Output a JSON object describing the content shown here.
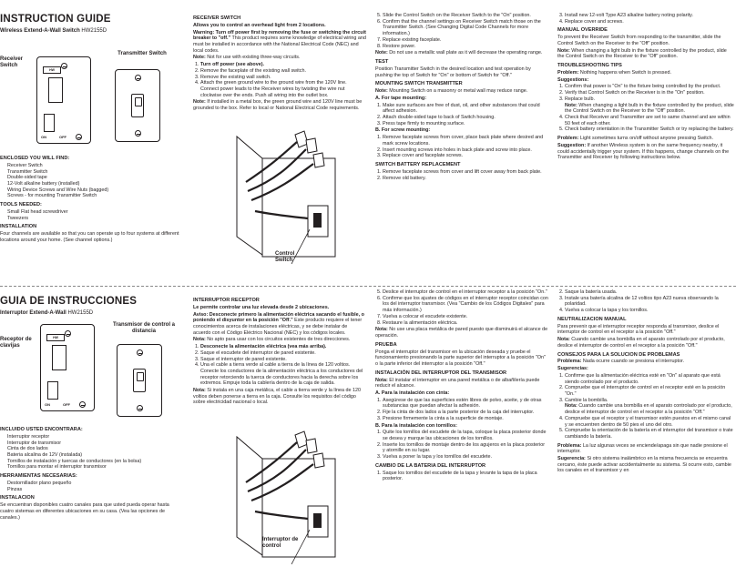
{
  "en": {
    "title": "INSTRUCTION GUIDE",
    "product_name": "Wireless Extend-A-Wall Switch",
    "product_code": "HW2155D",
    "receiver_label": "Receiver Switch",
    "transmitter_label": "Transmitter Switch",
    "on": "ON",
    "off": "OFF",
    "enclosed_h": "ENCLOSED YOU WILL FIND:",
    "enclosed": [
      "Receiver Switch",
      "Transmitter Switch",
      "Double-sided tape",
      "12-Volt alkaline battery (installed)",
      "Wiring Device Screws and Wire Nuts (bagged)",
      "Screws - for mounting Transmitter Switch"
    ],
    "tools_h": "TOOLS NEEDED:",
    "tools": [
      "Small Flat head screwdriver",
      "Tweezers"
    ],
    "install_h": "INSTALLATION",
    "install": "Four channels are available so that you can operate up to four systems at different locations around your home. (See channel options.)",
    "receiver_h": "RECEIVER SWITCH",
    "receiver_intro": "Allows you to control an overhead light from 2 locations.",
    "warning": "Warning: Turn off power first by removing the fuse or switching the circuit breaker to \"off.\"",
    "warning_rest": "This product requires some knowledge of electrical wiring and must be installed in accordance with the National Electrical Code (NEC) and local codes.",
    "note_wiring": "Not for use with existing three-way circuits.",
    "steps": [
      "Turn off power (see above).",
      "Remove the faceplate of the existing wall switch.",
      "Remove the existing wall switch.",
      "Attach the green ground wire to the ground wire from the 120V line. Connect power leads to the Receiver wires by twisting the wire nut clockwise over the ends. Push all wiring into the outlet box."
    ],
    "note_metal": "If installed in a metal box, the green ground wire and 120V line must be grounded to the box. Refer to local or National Electrical Code requirements.",
    "control_switch": "Control Switch",
    "steps2": [
      "Slide the Control Switch on the Receiver Switch to the \"On\" position.",
      "Confirm that the channel settings on Receiver Switch match those on the Transmitter Switch. (See Changing Digital Code Channels for more information.)",
      "Replace existing faceplate.",
      "Restore power."
    ],
    "note_tool": "Do not use a metallic wall plate as it will decrease the operating range.",
    "test_h": "TEST",
    "test": "Position Transmitter Switch in the desired location and test operation by pushing the top of Switch for \"On\" or bottom of Switch for \"Off.\"",
    "mount_h": "MOUNTING SWITCH TRANSMITTER",
    "mount_note": "Mounting Switch on a masonry or metal wall may reduce range.",
    "tape_h": "A. For tape mounting:",
    "tape": [
      "Make sure surfaces are free of dust, oil, and other substances that could affect adhesion.",
      "Attach double-sided tape to back of Switch housing.",
      "Press tape firmly to mounting surface."
    ],
    "screw_h": "B. For screw mounting:",
    "screw": [
      "Remove faceplate screws from cover, place back plate where desired and mark screw locations.",
      "Insert mounting screws into holes in back plate and screw into place.",
      "Replace cover and faceplate screws."
    ],
    "battery_h": "SWITCH BATTERY REPLACEMENT",
    "battery": [
      "Remove faceplate screws from cover and lift cover away from back plate.",
      "Remove old battery.",
      "Install new 12-volt Type A23 alkaline battery noting polarity.",
      "Replace cover and screws."
    ],
    "override_h": "MANUAL OVERRIDE",
    "override": "To prevent the Receiver Switch from responding to the transmitter, slide the Control Switch on the Receiver to the \"Off\" position.",
    "override_note": "When changing a light bulb in the fixture controlled by the product, slide the Control Switch on the Receiver to the \"Off\" position.",
    "trouble_h": "TROUBLESHOOTING TIPS",
    "problem1": "Nothing happens when Switch is pressed.",
    "suggestions": "Suggestions:",
    "trouble": [
      "Confirm that power is \"On\" to the fixture being controlled by the product.",
      "Verify that Control Switch on the Receiver is in the \"On\" position.",
      "Replace bulb.",
      "Check that Receiver and Transmitter are set to same channel and are within 50 feet of each other.",
      "Check battery orientation in the Transmitter Switch or try replacing the battery."
    ],
    "bulb_note": "When changing a light bulb in the fixture controlled by the product, slide the Control Switch on the Receiver to the \"Off\" position.",
    "problem2": "Light sometimes turns on/off without anyone pressing Switch.",
    "suggestion2": "If another Wireless system is on the same frequency nearby, it could accidentally trigger your system. If this happens, change channels on the Transmitter and Receiver by following instructions below."
  },
  "es": {
    "title": "GUIA DE INSTRUCCIONES",
    "product_name": "Interruptor Extend-A-Wall",
    "product_code": "HW2155D",
    "receiver_label": "Receptor de clavijas",
    "transmitter_label": "Transmisor de control a distancia",
    "enclosed_h": "INCLUIDO USTED ENCONTRARA:",
    "enclosed": [
      "Interruptor receptor",
      "Interruptor de transmisor",
      "Cinta de dos lados",
      "Bateria alcalina de 12V (instalada)",
      "Tornillos de instalación y tuercas de conductores (en la bolsa)",
      "Tornillos para montar el interruptor transmisor"
    ],
    "tools_h": "HERRAMIENTAS NECESARIAS:",
    "tools": [
      "Destornillador plano pequeño",
      "Pinzas"
    ],
    "install_h": "INSTALACION",
    "install": "Se encuentran disponibles cuatro canales para que usted pueda operar hasta cuatro sistemas en diferentes ubicaciones en su casa. (Vea las opciones de canales.)",
    "receiver_h": "INTERRUPTOR RECEPTOR",
    "receiver_intro": "Le permite controlar una luz elevada desde 2 ubicaciones.",
    "warning": "Aviso: Desconecte primero la alimentación eléctrica sacando el fusible, o poniendo el disyuntor en la posición \"Off.\"",
    "warning_rest": "Este producto requiere el tener conocimientos acerca de instalaciones eléctricas, y se debe instalar de acuerdo con el Código Eléctrico Nacional (NEC) y los códigos locales.",
    "note_wiring": "No apto para usar con los circuitos existentes de tres direcciones.",
    "steps": [
      "Desconecte la alimentación eléctrica (vea más arriba).",
      "Saque el escudete del interruptor de pared existente.",
      "Saque el interruptor de pared existente.",
      "Una el cable a tierra verde al cable a tierra de la línea de 120 voltios. Conecte los conductores de la alimentación eléctrica a los conductores del receptor retorciendo la tuerca de conductores hacia la derecha sobre los extremos. Empuje toda la cablería dentro de la caja de salida."
    ],
    "note_metal": "Si instala en una caja metálica, el cable a tierra verde y la línea de 120 voltios deben ponerse a tierra en la caja. Consulte los requisitos del código sobre electricidad nacional o local.",
    "control_switch": "Interruptor de control",
    "steps2": [
      "Deslice el interruptor de control en el interruptor receptor a la posición \"On.\"",
      "Confirme que los ajustes de códigos en el interruptor receptor coincidan con los del interruptor transmisor. (Vea \"Cambio de los Códigos Digitales\" para más información.)",
      "Vuelva a colocar el escudete existente.",
      "Restaure la alimentación eléctrica."
    ],
    "note_tool": "No use una placa metálica de pared puesto que disminuirá el alcance de operación.",
    "test_h": "PRUEBA",
    "test": "Ponga el interruptor del transmisor en la ubicación deseada y pruebe el funcionamiento presionando la parte superior del interruptor a la posición \"On\" o la parte inferior del interruptor a la posición \"Off.\"",
    "mount_h": "INSTALACIÓN DEL INTERRUPTOR DEL TRANSMISOR",
    "mount_note": "El instalar el interruptor en una pared metálica o de albañilería puede reducir el alcance.",
    "tape_h": "A. Para la instalación con cinta:",
    "tape": [
      "Asegúrese de que las superficies estén libres de polvo, aceite, y de otras substancias que puedan afectar la adhesión.",
      "Fije la cinta de dos lados a la parte posterior de la caja del interruptor.",
      "Presione firmemente la cinta a la superficie de montaje."
    ],
    "screw_h": "B. Para la instalación con tornillos:",
    "screw": [
      "Quite los tornillos del escudete de la tapa, coloque la placa posterior donde se desea y marque las ubicaciones de los tornillos.",
      "Inserte los tornillos de montaje dentro de los agujeros en la placa posterior y atornille en su lugar.",
      "Vuelva a poner la tapa y los tornillos del escudete."
    ],
    "battery_h": "CAMBIO DE LA BATERIA DEL INTERRUPTOR",
    "battery": [
      "Saque los tornillos del escudete de la tapa y levante la tapa de la placa posterior.",
      "Saque la batería usada.",
      "Instale una batería alcalina de 12 voltios tipo A23 nueva observando la polaridad.",
      "Vuelva a colocar la tapa y los tornillos."
    ],
    "override_h": "NEUTRALIZACION MANUAL",
    "override": "Para prevenir que el interruptor receptor responda al transmisor, deslice el interruptor de control en el receptor a la posición \"Off.\"",
    "override_note": "Cuando cambie una bombilla en el aparato controlado por el producto, deslice el interruptor de control en el receptor a la posición \"Off.\"",
    "trouble_h": "CONSEJOS PARA LA SOLUCION DE PROBLEMAS",
    "problem1": "Nada ocurre cuando se presiona el interruptor.",
    "suggestions": "Sugerencias:",
    "trouble": [
      "Confirme que la alimentación eléctrica esté en \"On\" al aparato que está siendo controlado por el producto.",
      "Compruebe que el interruptor de control en el receptor esté en la posición \"On.\"",
      "Cambie la bombilla.",
      "Compruebe que el receptor y el transmisor estén puestos en el mismo canal y se encuentren dentro de 50 pies el uno del otro.",
      "Compruebe la orientación de la batería en el interruptor del transmisor o trate cambiando la batería."
    ],
    "bulb_note": "Cuando cambie una bombilla en el aparato controlado por el producto, deslice el interruptor de control en el receptor a la posición \"Off.\"",
    "problem2": "La luz algunas veces se enciende/apaga sin que nadie presione el interruptor.",
    "suggestion2": "Si otro sistema inalámbrico en la misma frecuencia se encuentra cercano, éste puede activar accidentalmente su sistema. Si ocurre esto, cambie los canales en el transmisor y en"
  },
  "labels": {
    "note": "Note:",
    "nota": "Nota:",
    "problem": "Problem:",
    "suggestion": "Suggestion:",
    "problema": "Problema:",
    "sugerencia": "Sugerencia:"
  }
}
